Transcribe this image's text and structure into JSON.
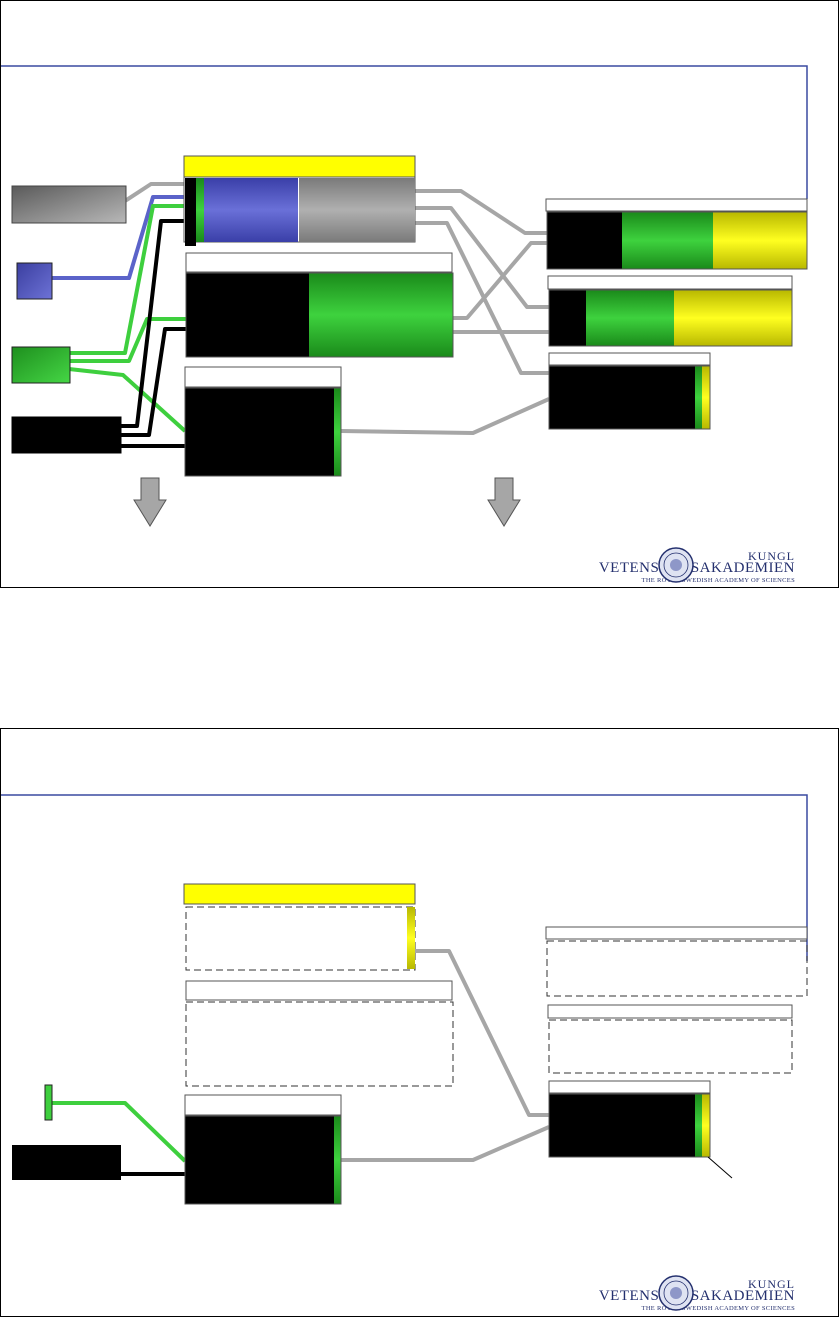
{
  "logo": {
    "line1": "KUNGL",
    "line2": "VETENSKAPSAKADEMIEN",
    "line3": "THE ROYAL SWEDISH ACADEMY OF SCIENCES",
    "seal_icon": "academy-seal-icon"
  },
  "colors": {
    "yellow": "#ffff00",
    "green": "#33cc33",
    "dark_green": "#1f8a1f",
    "blue": "#5a5fc2",
    "gray": "#9a9a9a",
    "link_gray": "#a6a6a6",
    "link_blue": "#5b63c9",
    "link_green": "#3ecf3e",
    "link_black": "#000000",
    "frame_blue": "#3a4aa0"
  },
  "icons": [
    "down-arrow-icon",
    "academy-seal-icon"
  ]
}
